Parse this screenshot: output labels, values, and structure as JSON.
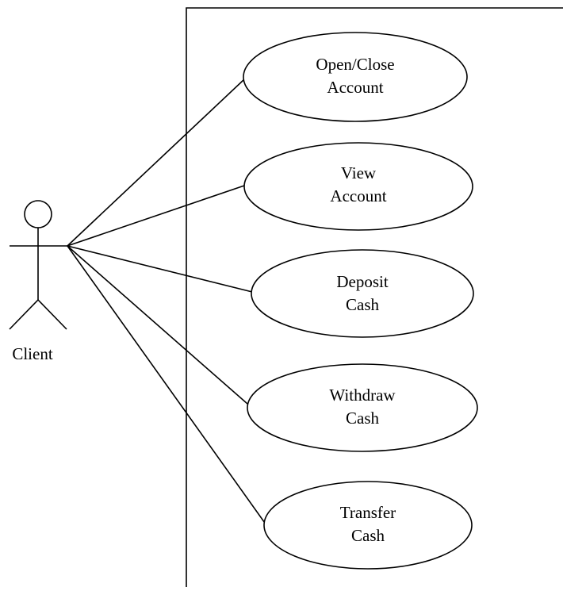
{
  "diagram": {
    "actor": {
      "name": "Client"
    },
    "use_cases": [
      {
        "line1": "Open/Close",
        "line2": "Account"
      },
      {
        "line1": "View",
        "line2": "Account"
      },
      {
        "line1": "Deposit",
        "line2": "Cash"
      },
      {
        "line1": "Withdraw",
        "line2": "Cash"
      },
      {
        "line1": "Transfer",
        "line2": "Cash"
      }
    ],
    "colors": {
      "stroke": "#000000",
      "background": "#ffffff"
    }
  }
}
